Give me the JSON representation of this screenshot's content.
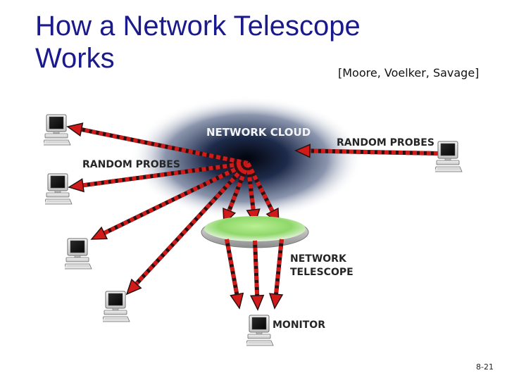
{
  "slide": {
    "title": "How a Network Telescope Works",
    "citation": "[Moore, Voelker, Savage]",
    "page_number": "8-21"
  },
  "diagram": {
    "labels": {
      "cloud": "NETWORK CLOUD",
      "probes_right": "RANDOM PROBES",
      "probes_left": "RANDOM PROBES",
      "telescope_line1": "NETWORK",
      "telescope_line2": "TELESCOPE",
      "monitor": "MONITOR"
    },
    "icons": {
      "computer": "computer-icon"
    },
    "colors": {
      "title": "#1a1a8c",
      "arrow_red": "#d11a1a",
      "arrow_dark": "#2a1212",
      "telescope_green": "#8fd86a",
      "cloud_dark": "#0a1024"
    }
  }
}
